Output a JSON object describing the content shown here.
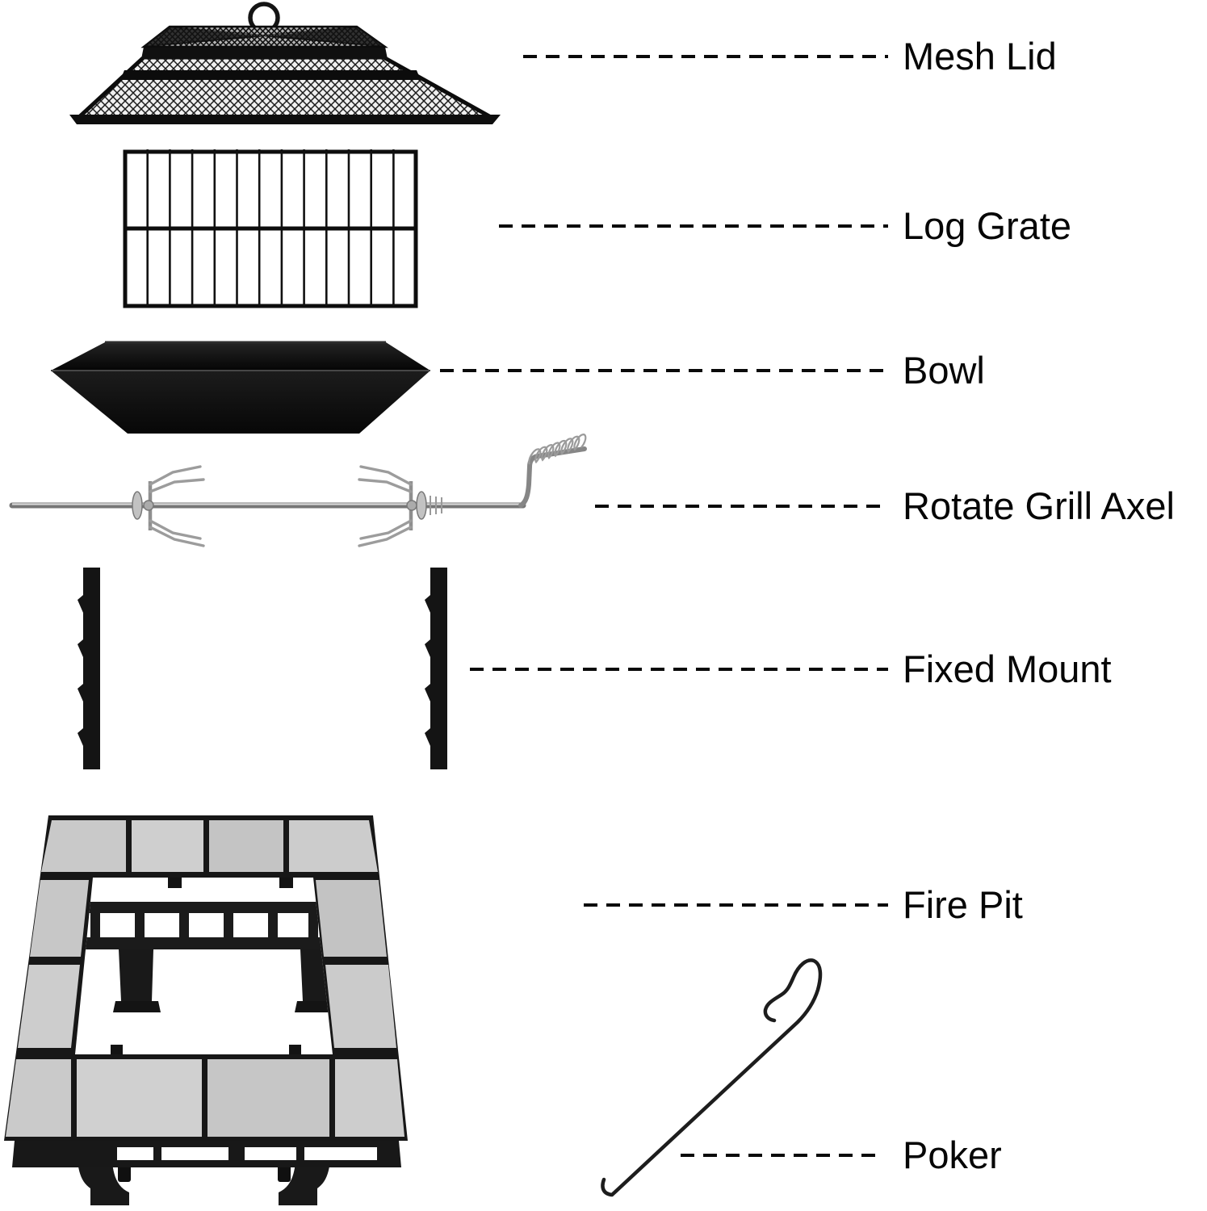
{
  "diagram": {
    "parts": [
      {
        "id": "mesh-lid",
        "label": "Mesh Lid"
      },
      {
        "id": "log-grate",
        "label": "Log Grate"
      },
      {
        "id": "bowl",
        "label": "Bowl"
      },
      {
        "id": "rotate-grill-axel",
        "label": "Rotate Grill Axel"
      },
      {
        "id": "fixed-mount",
        "label": "Fixed Mount"
      },
      {
        "id": "fire-pit",
        "label": "Fire Pit"
      },
      {
        "id": "poker",
        "label": "Poker"
      }
    ],
    "colors": {
      "background": "#ffffff",
      "line": "#0a0a0a",
      "frame_black": "#161616",
      "tile_gray": "#c8c8c8",
      "metal_silver": "#9a9a9a"
    }
  }
}
